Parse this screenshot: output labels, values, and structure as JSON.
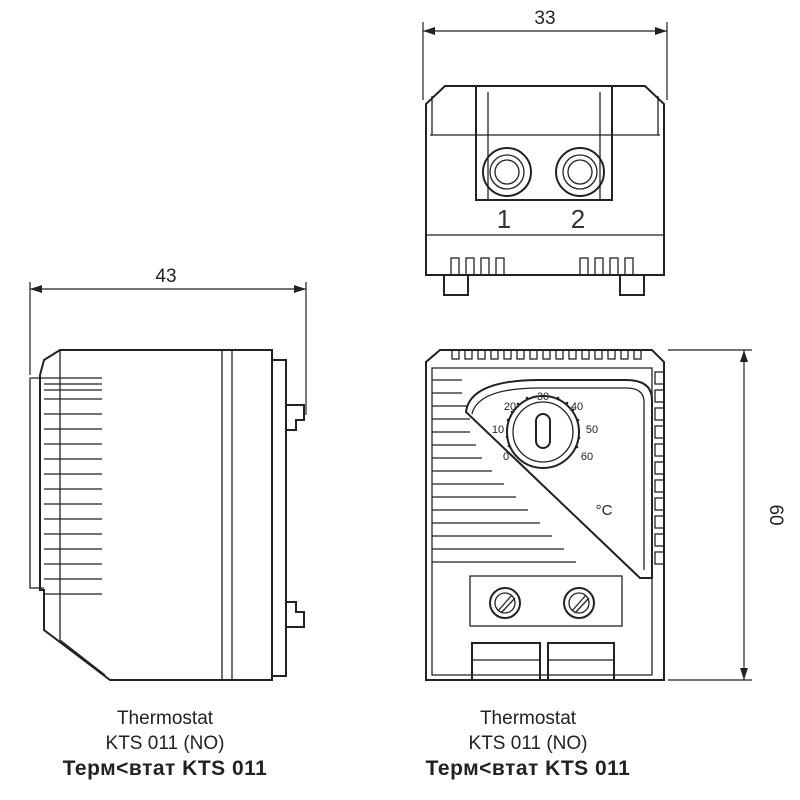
{
  "dimensions": {
    "width_top": "33",
    "width_side": "43",
    "height": "60"
  },
  "terminals": [
    "1",
    "2"
  ],
  "dial_scale": [
    "0",
    "10",
    "20",
    "30",
    "40",
    "50",
    "60"
  ],
  "unit_label": "°C",
  "captions": [
    {
      "line1": "Thermostat",
      "line2": "KTS 011 (NO)",
      "line3": "Терм<втат  KTS 011"
    },
    {
      "line1": "Thermostat",
      "line2": "KTS 011 (NO)",
      "line3": "Терм<втат  KTS 011"
    }
  ]
}
